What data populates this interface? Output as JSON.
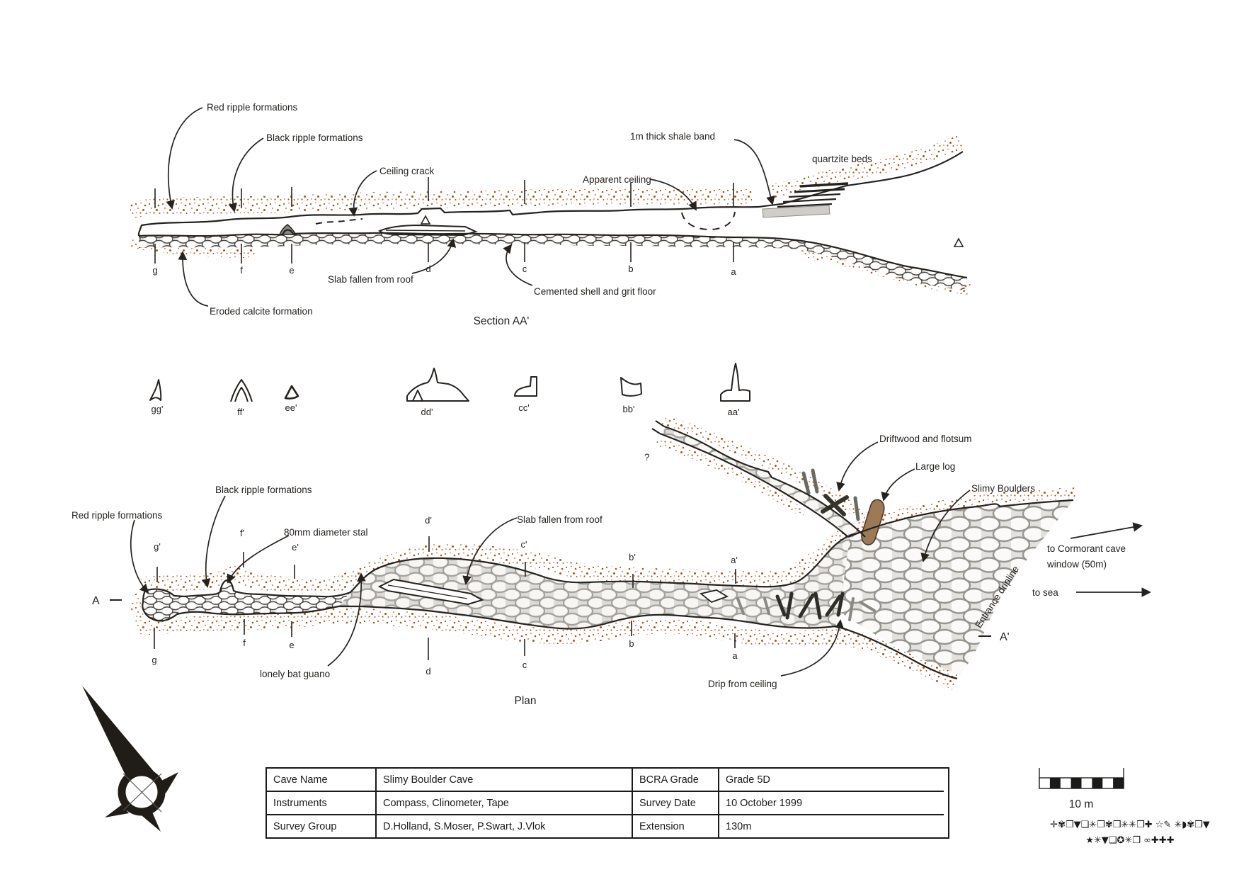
{
  "section": {
    "title": "Section AA'",
    "stations": [
      "g",
      "f",
      "e",
      "d",
      "c",
      "b",
      "a"
    ],
    "labels": {
      "red_ripple": "Red ripple formations",
      "black_ripple": "Black ripple formations",
      "ceiling_crack": "Ceiling crack",
      "shale_band": "1m thick shale band",
      "apparent_ceiling": "Apparent ceiling",
      "quartzite_beds": "quartzite beds",
      "slab_fallen": "Slab fallen from roof",
      "cemented_floor": "Cemented shell and grit floor",
      "eroded_calcite": "Eroded calcite formation"
    }
  },
  "cross_sections": {
    "labels": [
      "gg'",
      "ff'",
      "ee'",
      "dd'",
      "cc'",
      "bb'",
      "aa'"
    ]
  },
  "plan": {
    "title": "Plan",
    "stations_top": [
      "g'",
      "f'",
      "e'",
      "d'",
      "c'",
      "b'",
      "a'"
    ],
    "stations_bottom": [
      "g",
      "f",
      "e",
      "d",
      "c",
      "b",
      "a"
    ],
    "section_line": {
      "start": "A",
      "end": "A'"
    },
    "labels": {
      "red_ripple": "Red ripple formations",
      "black_ripple": "Black ripple formations",
      "stal": "80mm diameter stal",
      "slab_fallen": "Slab fallen from roof",
      "bat_guano": "lonely bat guano",
      "driftwood": "Driftwood and flotsum",
      "large_log": "Large log",
      "slimy_boulders": "Slimy Boulders",
      "entrance_dripline": "Entrance dripline",
      "drip_ceiling": "Drip from ceiling",
      "cormorant_line1": "to Cormorant cave",
      "cormorant_line2": "window (50m)",
      "to_sea": "to sea",
      "unknown_lead": "?"
    }
  },
  "info_table": {
    "rows": [
      {
        "label": "Cave Name",
        "value": "Slimy Boulder Cave",
        "label2": "BCRA Grade",
        "value2": "Grade 5D"
      },
      {
        "label": "Instruments",
        "value": "Compass, Clinometer, Tape",
        "label2": "Survey Date",
        "value2": "10 October 1999"
      },
      {
        "label": "Survey Group",
        "value": "D.Holland, S.Moser, P.Swart, J.Vlok",
        "label2": "Extension",
        "value2": "130m"
      }
    ]
  },
  "scale_bar": {
    "label": "10 m"
  },
  "footer_symbols": {
    "line1": "✛✾❒▼❑✳❒✾❒✳✳❒✚ ☆✎ ✳◗✾❒▼",
    "line2": "★✳▼❑✪✳❒ ∞✚✚✚"
  },
  "colors": {
    "ink": "#26221e",
    "stipple": "#a8551f",
    "log_brown": "#9c7a56"
  }
}
